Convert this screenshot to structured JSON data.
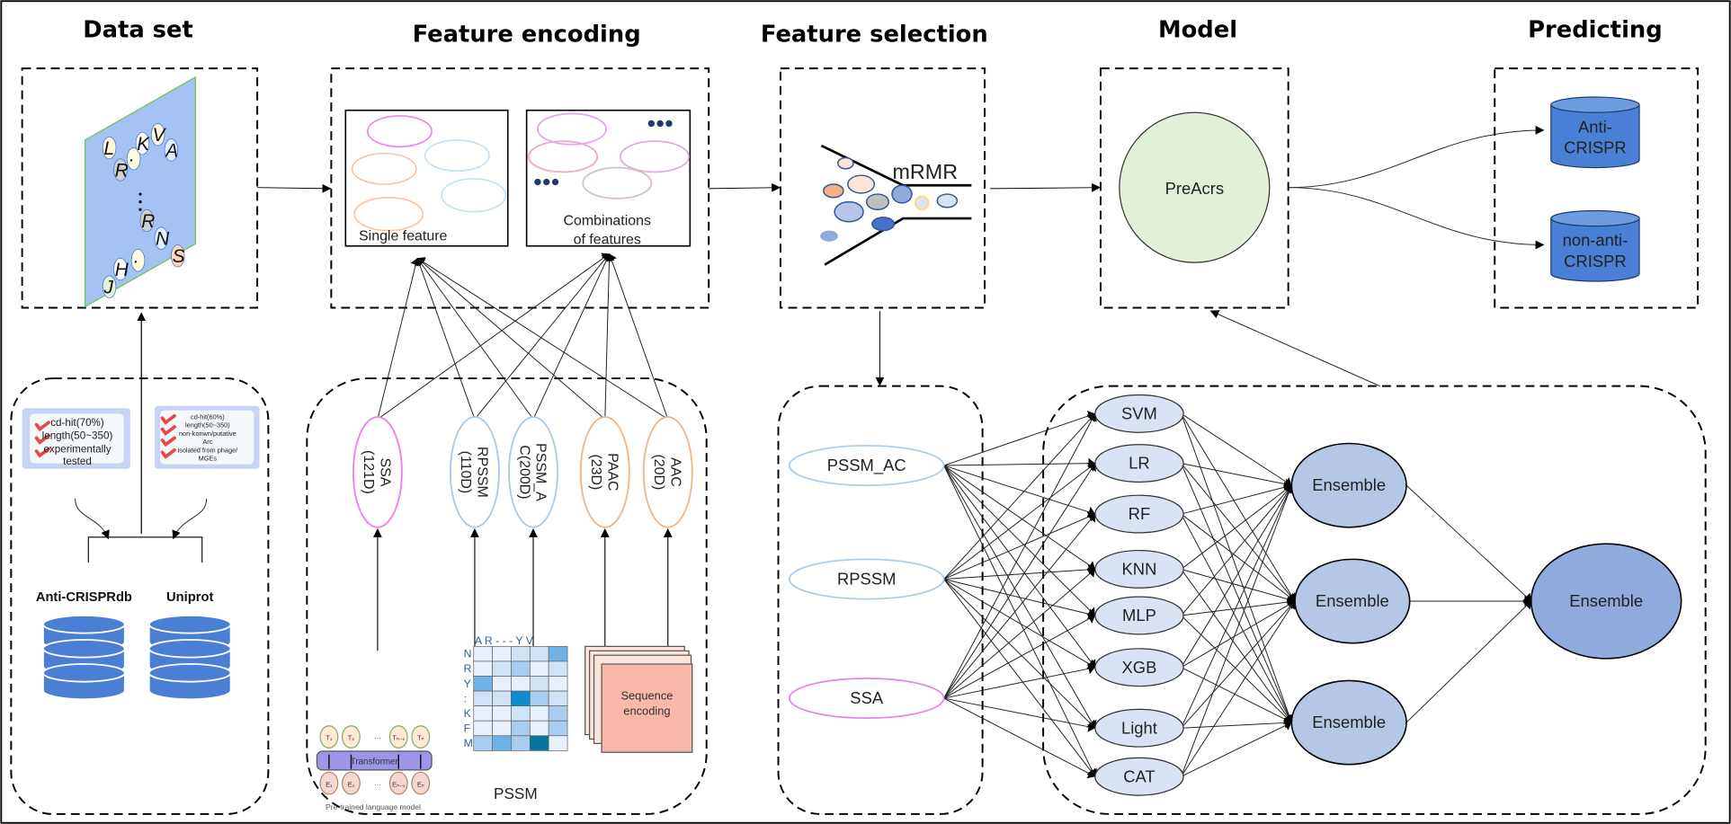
{
  "titles": {
    "dataset": "Data set",
    "encoding": "Feature encoding",
    "selection": "Feature selection",
    "model": "Model",
    "predicting": "Predicting"
  },
  "dataset": {
    "image_letters": [
      "L",
      "R",
      "·",
      "K",
      "V",
      "A",
      "R",
      "N",
      "S",
      "J",
      "H",
      "·"
    ],
    "left_criteria": [
      "cd-hit(70%)",
      "length(50~350)",
      "experimentally",
      "tested"
    ],
    "right_criteria": [
      "cd-hit(60%)",
      "length(50~350)",
      "non-konwn/putative",
      "Arc",
      "isolated from phage/",
      "MGEs"
    ],
    "sources": [
      "Anti-CRISPRdb",
      "Uniprot"
    ]
  },
  "encoding": {
    "single_label": "Single feature",
    "combo_label_1": "Combinations",
    "combo_label_2": "of features",
    "features": [
      {
        "label": "SSA",
        "dim": "(121D)",
        "color": "#f07cf0"
      },
      {
        "label": "RPSSM",
        "dim": "(110D)",
        "color": "#a9cbe8"
      },
      {
        "label": "PSSM_A",
        "dim": "C(200D)",
        "color": "#a9cbe8"
      },
      {
        "label": "PAAC",
        "dim": "(23D)",
        "color": "#f0b58c"
      },
      {
        "label": "AAC",
        "dim": "(20D)",
        "color": "#f0b58c"
      }
    ],
    "plm": {
      "tokens_top": [
        "T₁",
        "T₂",
        "···",
        "Tₙ₋₁",
        "Tₙ"
      ],
      "middle": "Transformer",
      "tokens_bottom": [
        "E₁",
        "E₂",
        "···",
        "Eₙ₋₁",
        "Eₙ"
      ],
      "caption": "Pre-trained language model"
    },
    "pssm_cols": "A R - - - Y V",
    "pssm_rows": [
      "N",
      "R",
      "Y",
      ":",
      "K",
      "F",
      "M"
    ],
    "pssm_label": "PSSM",
    "seq_label_1": "Sequence",
    "seq_label_2": "encoding"
  },
  "selection": {
    "method": "mRMR",
    "features": [
      "PSSM_AC",
      "RPSSM",
      "SSA"
    ]
  },
  "model": {
    "name": "PreAcrs",
    "classifiers": [
      "SVM",
      "LR",
      "RF",
      "KNN",
      "MLP",
      "XGB",
      "Light",
      "CAT"
    ],
    "ensembles": [
      "Ensemble",
      "Ensemble",
      "Ensemble"
    ],
    "final": "Ensemble"
  },
  "predicting": {
    "outputs": [
      [
        "Anti-",
        "CRISPR"
      ],
      [
        "non-anti-",
        "CRISPR"
      ]
    ],
    "color": "#4a7fd6"
  },
  "colors": {
    "classifier": "#dae3f3",
    "ensemble": "#b4c7e7",
    "final": "#8faadc",
    "preacrs": "#e2efd9"
  }
}
